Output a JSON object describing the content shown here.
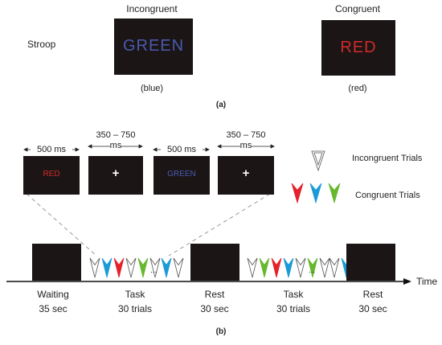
{
  "panel_a": {
    "row_label": "Stroop",
    "incongruent": {
      "title": "Incongruent",
      "word": "GREEN",
      "ink": "(blue)",
      "word_color": "#4a5bb0"
    },
    "congruent": {
      "title": "Congruent",
      "word": "RED",
      "ink": "(red)",
      "word_color": "#d42a2a"
    },
    "caption": "(a)"
  },
  "panel_b": {
    "screens": [
      {
        "duration": "500 ms",
        "content": "RED",
        "content_color": "#d42a2a"
      },
      {
        "duration": "350 – 750\nms",
        "content": "+",
        "content_color": "#ffffff"
      },
      {
        "duration": "500 ms",
        "content": "GREEN",
        "content_color": "#4a5bb0"
      },
      {
        "duration": "350 – 750\nms",
        "content": "+",
        "content_color": "#ffffff"
      }
    ],
    "legend": {
      "incongruent_label": "Incongruent Trials",
      "congruent_label": "Congruent Trials",
      "colors": {
        "red": "#e3222b",
        "blue": "#1a9ad6",
        "green": "#66b82e"
      }
    },
    "timeline": {
      "axis_label": "Time",
      "phases": [
        {
          "name": "Waiting",
          "detail": "35 sec"
        },
        {
          "name": "Task",
          "detail": "30 trials"
        },
        {
          "name": "Rest",
          "detail": "30 sec"
        },
        {
          "name": "Task",
          "detail": "30 trials"
        },
        {
          "name": "Rest",
          "detail": "30 sec"
        }
      ],
      "ellipsis": "..."
    },
    "caption": "(b)"
  }
}
